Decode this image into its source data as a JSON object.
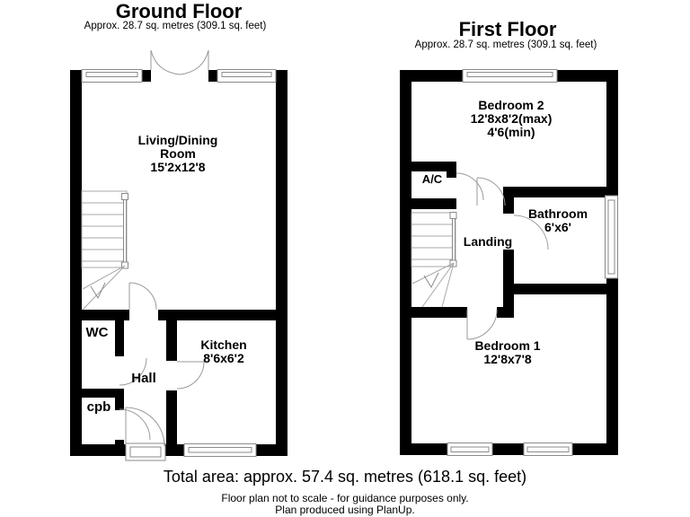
{
  "ground_floor": {
    "title": "Ground Floor",
    "subtitle": "Approx. 28.7 sq. metres (309.1 sq. feet)",
    "rooms": {
      "living": {
        "name_line1": "Living/Dining",
        "name_line2": "Room",
        "dims": "15'2x12'8"
      },
      "wc": {
        "name": "WC"
      },
      "hall": {
        "name": "Hall"
      },
      "cpb": {
        "name": "cpb"
      },
      "kitchen": {
        "name": "Kitchen",
        "dims": "8'6x6'2"
      }
    }
  },
  "first_floor": {
    "title": "First Floor",
    "subtitle": "Approx. 28.7 sq. metres (309.1 sq. feet)",
    "rooms": {
      "bedroom2": {
        "name": "Bedroom 2",
        "dims_max": "12'8x8'2(max)",
        "dims_min": "4'6(min)"
      },
      "ac": {
        "name": "A/C"
      },
      "bathroom": {
        "name": "Bathroom",
        "dims": "6'x6'"
      },
      "landing": {
        "name": "Landing"
      },
      "bedroom1": {
        "name": "Bedroom 1",
        "dims": "12'8x7'8"
      }
    }
  },
  "footer": {
    "total_area": "Total area: approx. 57.4 sq. metres (618.1 sq. feet)",
    "disclaimer": "Floor plan not to scale - for guidance purposes only.",
    "credit": "Plan produced using PlanUp."
  },
  "colors": {
    "wall": "#000000",
    "detail_line": "#9a9a9a",
    "text": "#000000",
    "background": "#ffffff"
  }
}
